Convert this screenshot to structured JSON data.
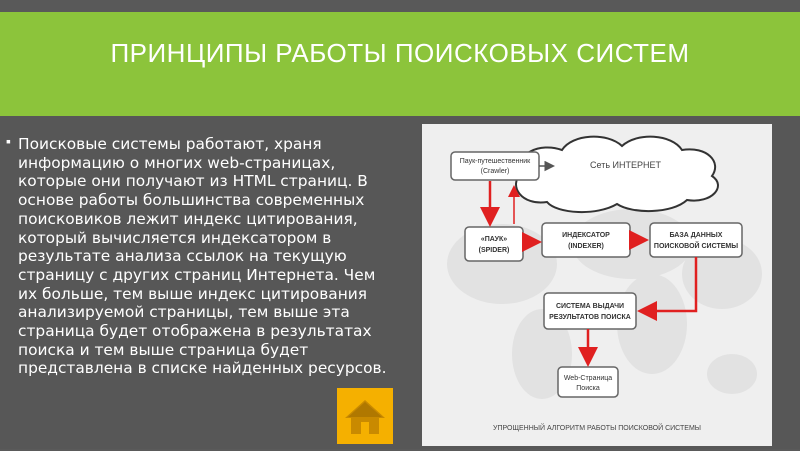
{
  "slide": {
    "title": "ПРИНЦИПЫ РАБОТЫ ПОИСКОВЫХ СИСТЕМ",
    "bullet": "Поисковые системы работают, храня информацию о многих web-страницах, которые они получают из HTML страниц. В основе работы большинства современных поисковиков лежит индекс цитирования, который вычисляется индексатором в результате анализа ссылок на текущую страницу с других страниц Интернета. Чем их больше, тем выше индекс цитирования анализируемой страницы, тем выше эта страница будет отображена в результатах поиска и тем выше страница будет представлена в списке найденных ресурсов."
  },
  "diagram": {
    "cloud_label": "Сеть ИНТЕРНЕТ",
    "crawler": [
      "Паук-путешественник",
      "(Crawler)"
    ],
    "spider": [
      "«ПАУК»",
      "(SPIDER)"
    ],
    "indexer": [
      "ИНДЕКСАТОР",
      "(INDEXER)"
    ],
    "database": [
      "БАЗА ДАННЫХ",
      "ПОИСКОВОЙ СИСТЕМЫ"
    ],
    "results": [
      "СИСТЕМА ВЫДАЧИ",
      "РЕЗУЛЬТАТОВ ПОИСКА"
    ],
    "webpage": [
      "Web-Страница",
      "Поиска"
    ],
    "caption": "УПРОЩЕННЫЙ АЛГОРИТМ РАБОТЫ ПОИСКОВОЙ СИСТЕМЫ"
  },
  "colors": {
    "header": "#8cc43b",
    "background": "#575757",
    "arrow": "#e02020",
    "home_button": "#f5b000"
  },
  "icons": {
    "home": "home-icon"
  }
}
